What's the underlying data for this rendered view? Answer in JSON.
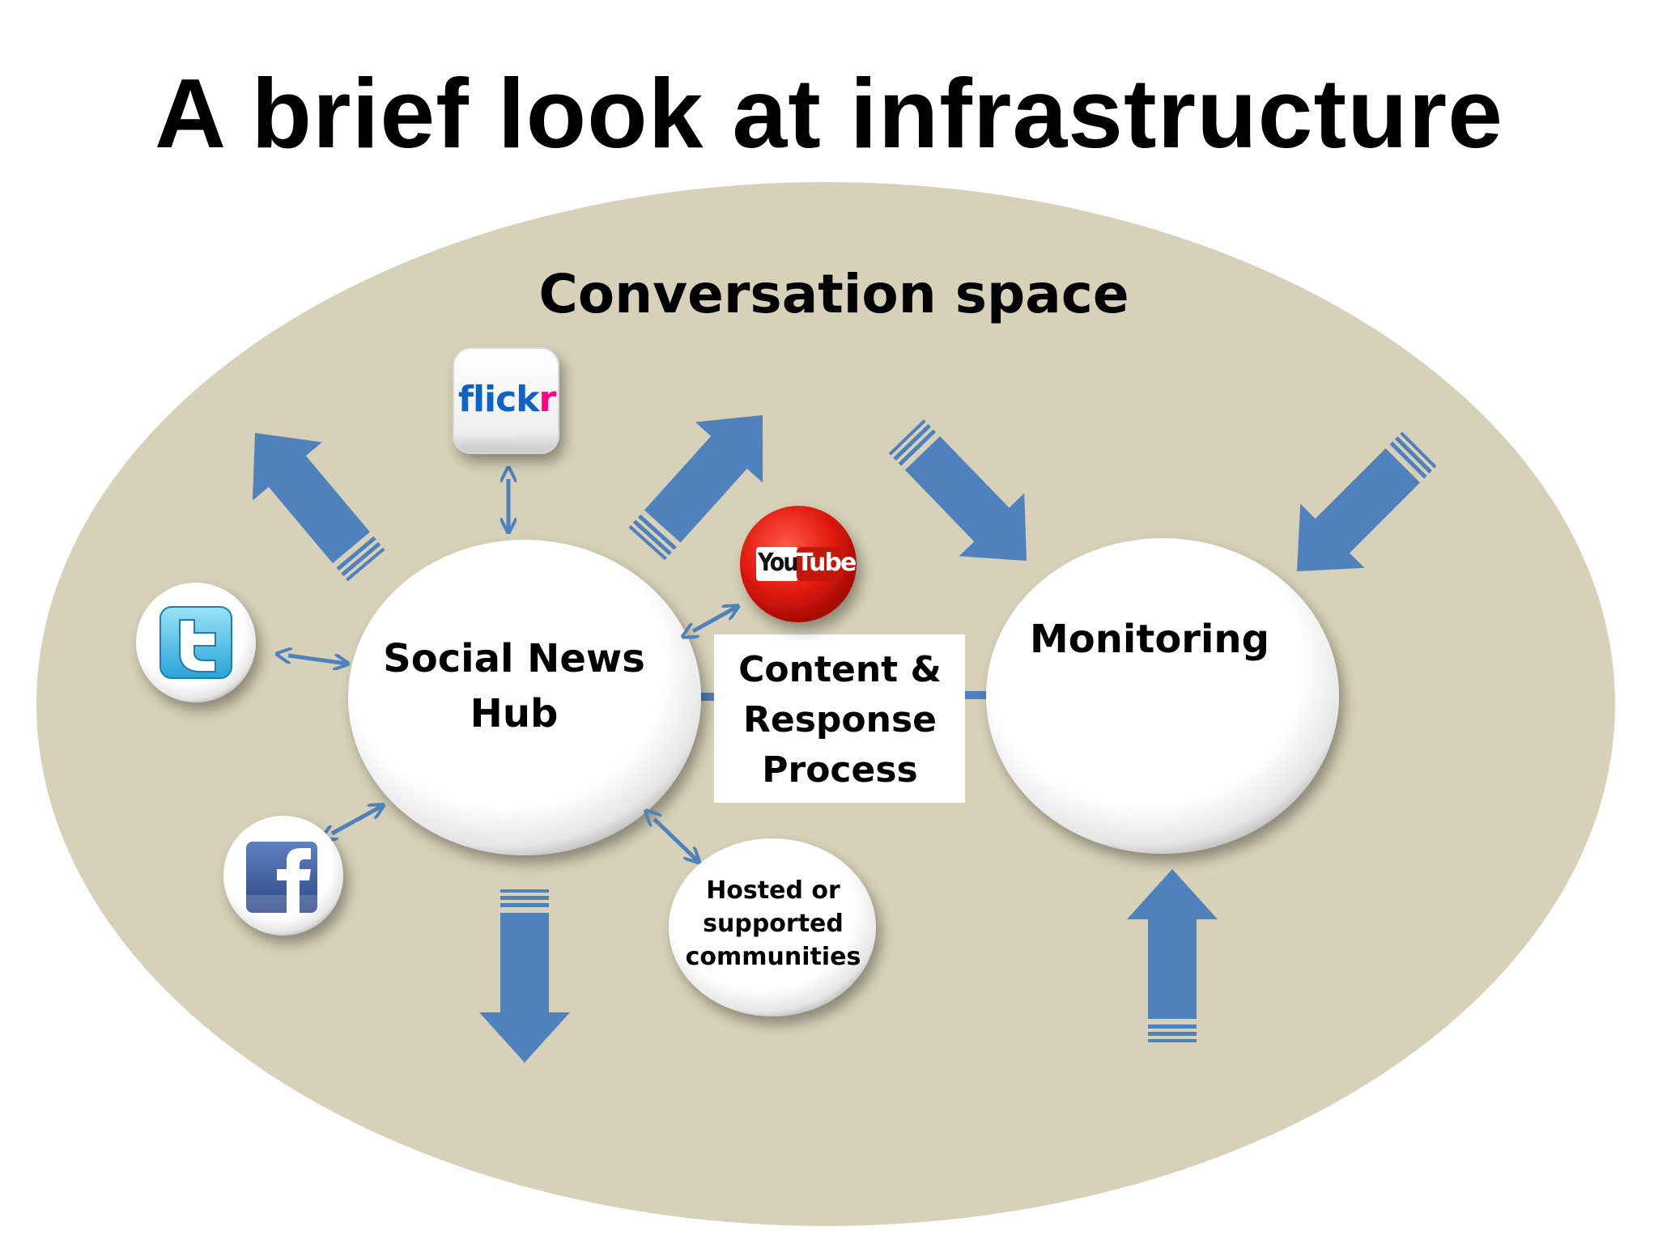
{
  "title": "A brief look at infrastructure",
  "space_label": "Conversation space",
  "hub": {
    "line1": "Social News",
    "line2": "Hub"
  },
  "process": {
    "line1": "Content &",
    "line2": "Response",
    "line3": "Process"
  },
  "monitoring": "Monitoring",
  "communities": {
    "line1": "Hosted or",
    "line2": "supported",
    "line3": "communities"
  },
  "logos": {
    "flickr": {
      "part1": "flick",
      "part2": "r"
    },
    "youtube": {
      "part1": "You",
      "part2": "Tube"
    },
    "twitter": "twitter-bird-icon",
    "facebook": "facebook-f-icon"
  },
  "colors": {
    "ellipse": "#d6d1b8",
    "arrow": "#4f81bd",
    "text": "#000000"
  }
}
